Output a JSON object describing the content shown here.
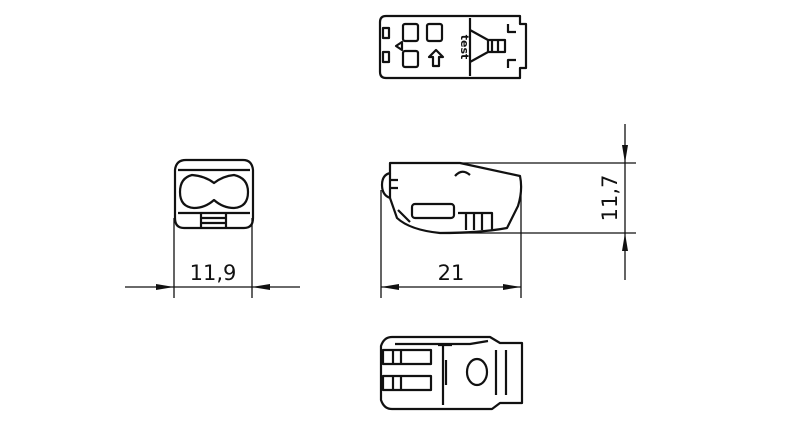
{
  "drawing": {
    "top_view_label": "test",
    "dimensions": {
      "width": "11,9",
      "length": "21",
      "height": "11,7"
    },
    "line_color": "#111111"
  }
}
